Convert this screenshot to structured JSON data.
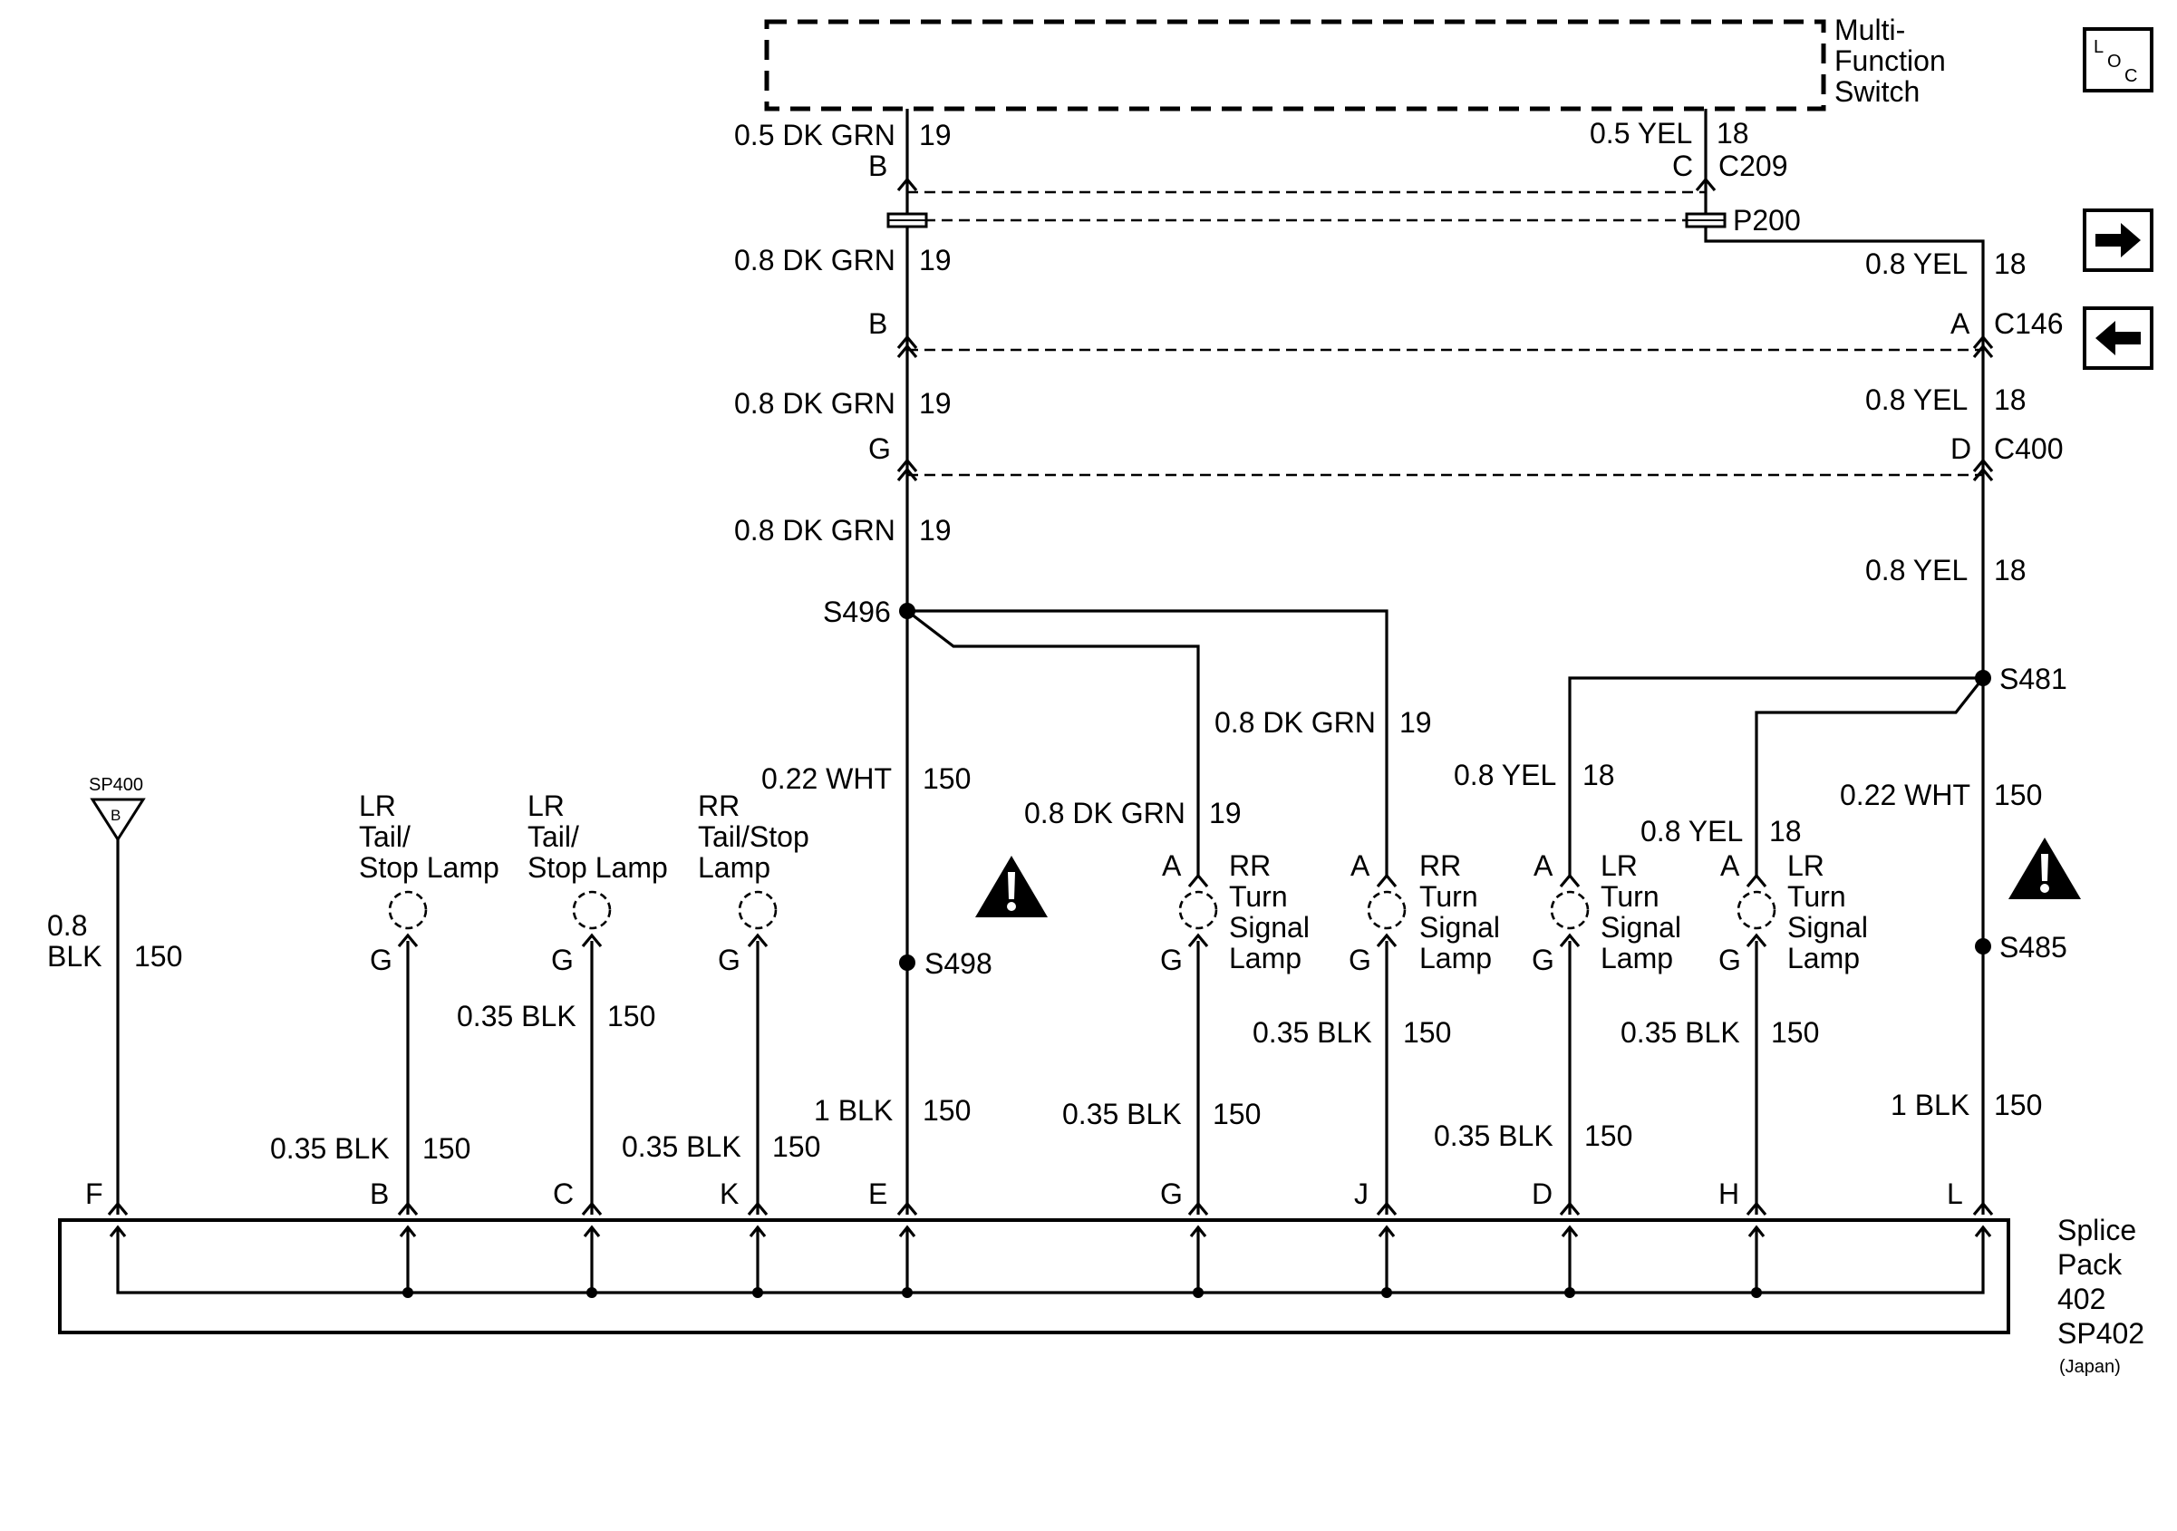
{
  "module": {
    "title_lines": [
      "Multi-",
      "Function",
      "Switch"
    ]
  },
  "nav": {
    "loc_icon": "loc-icon",
    "next_icon": "arrow-right-icon",
    "prev_icon": "arrow-left-icon"
  },
  "connectors": {
    "c209": "C209",
    "p200": "P200",
    "c146": "C146",
    "c400": "C400"
  },
  "splices": {
    "s496": "S496",
    "s481": "S481",
    "s498": "S498",
    "s485": "S485",
    "sp400": "SP400",
    "sp400_letter": "B"
  },
  "wires": {
    "dkgrn_05": "0.5 DK GRN",
    "dkgrn_08": "0.8 DK GRN",
    "yel_05": "0.5 YEL",
    "yel_08": "0.8 YEL",
    "wht_022": "0.22 WHT",
    "blk_1": "1 BLK",
    "blk_035": "0.35 BLK",
    "blk_08_a": "0.8",
    "blk_08_b": "BLK",
    "c19": "19",
    "c18": "18",
    "c150": "150"
  },
  "pins": {
    "A": "A",
    "B": "B",
    "C": "C",
    "D": "D",
    "E": "E",
    "F": "F",
    "G": "G",
    "H": "H",
    "J": "J",
    "K": "K",
    "L": "L"
  },
  "lamps": {
    "lr_tail_1": [
      "LR",
      "Tail/",
      "Stop Lamp"
    ],
    "lr_tail_2": [
      "LR",
      "Tail/",
      "Stop Lamp"
    ],
    "rr_tail": [
      "RR",
      "Tail/Stop",
      "Lamp"
    ],
    "rr_turn_1": [
      "RR",
      "Turn",
      "Signal",
      "Lamp"
    ],
    "rr_turn_2": [
      "RR",
      "Turn",
      "Signal",
      "Lamp"
    ],
    "lr_turn_1": [
      "LR",
      "Turn",
      "Signal",
      "Lamp"
    ],
    "lr_turn_2": [
      "LR",
      "Turn",
      "Signal",
      "Lamp"
    ]
  },
  "splice_pack": {
    "lines": [
      "Splice",
      "Pack",
      "402",
      "SP402"
    ],
    "note": "(Japan)"
  },
  "warning_icon": "warning-icon"
}
